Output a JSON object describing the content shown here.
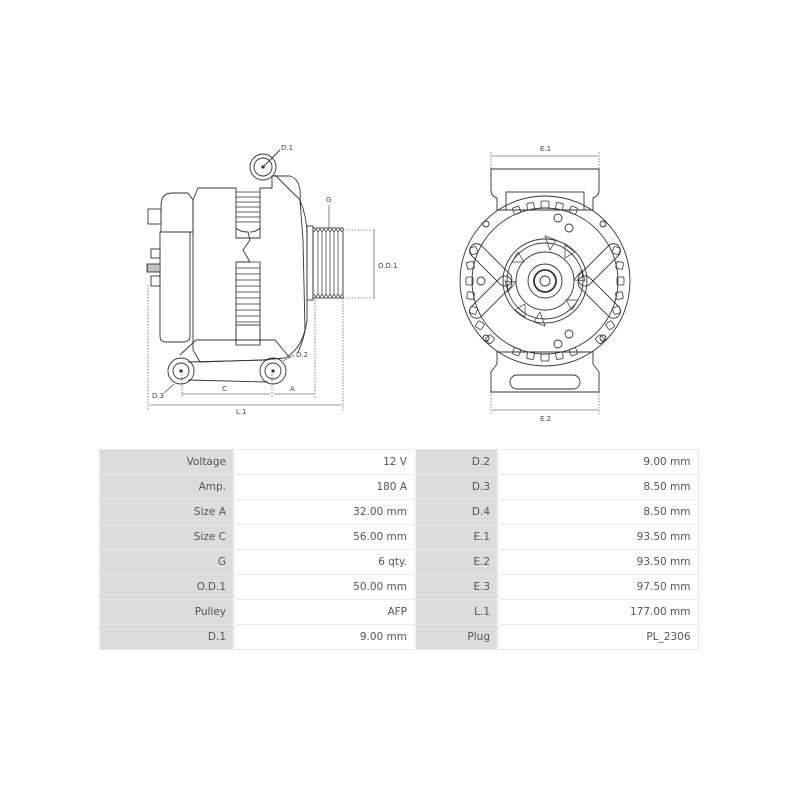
{
  "diagram": {
    "side_view_labels": {
      "d1": "D.1",
      "g": "G",
      "od1": "O.D.1",
      "d2": "D.2",
      "d3": "D.3",
      "c": "C",
      "a": "A",
      "l1": "L.1"
    },
    "rear_view_labels": {
      "e1": "E.1",
      "e2": "E.2"
    },
    "line_color": "#333333"
  },
  "specs": {
    "rows": [
      {
        "label1": "Voltage",
        "value1": "12 V",
        "label2": "D.2",
        "value2": "9.00 mm"
      },
      {
        "label1": "Amp.",
        "value1": "180 A",
        "label2": "D.3",
        "value2": "8.50 mm"
      },
      {
        "label1": "Size A",
        "value1": "32.00 mm",
        "label2": "D.4",
        "value2": "8.50 mm"
      },
      {
        "label1": "Size C",
        "value1": "56.00 mm",
        "label2": "E.1",
        "value2": "93.50 mm"
      },
      {
        "label1": "G",
        "value1": "6 qty.",
        "label2": "E.2",
        "value2": "93.50 mm"
      },
      {
        "label1": "O.D.1",
        "value1": "50.00 mm",
        "label2": "E.3",
        "value2": "97.50 mm"
      },
      {
        "label1": "Pulley",
        "value1": "AFP",
        "label2": "L.1",
        "value2": "177.00 mm"
      },
      {
        "label1": "D.1",
        "value1": "9.00 mm",
        "label2": "Plug",
        "value2": "PL_2306"
      }
    ],
    "label_bg": "#dcdcdc",
    "value_bg": "#ffffff",
    "text_color": "#555555"
  }
}
